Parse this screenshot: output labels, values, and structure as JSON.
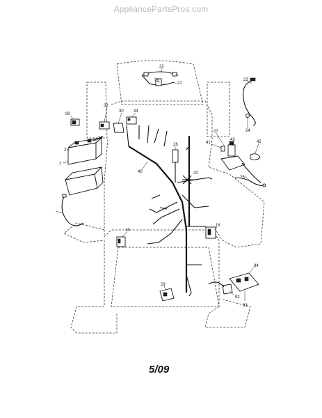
{
  "watermark": "AppliancePartsPros.com",
  "page_code": "5/09",
  "callouts": {
    "c22": "22",
    "c76": "76",
    "c21": "21",
    "c23": "23",
    "c90": "90",
    "c30": "30",
    "c34": "34",
    "c33": "33",
    "c37": "37",
    "c2": "2",
    "c1": "1",
    "c40": "40",
    "c20": "20",
    "c27": "27",
    "c24": "24",
    "c41": "41",
    "c43": "43",
    "c42": "42",
    "c25": "25",
    "c26": "26",
    "c15": "15",
    "c16": "16",
    "c29": "29",
    "c84": "84",
    "c92": "92",
    "c93": "93"
  }
}
